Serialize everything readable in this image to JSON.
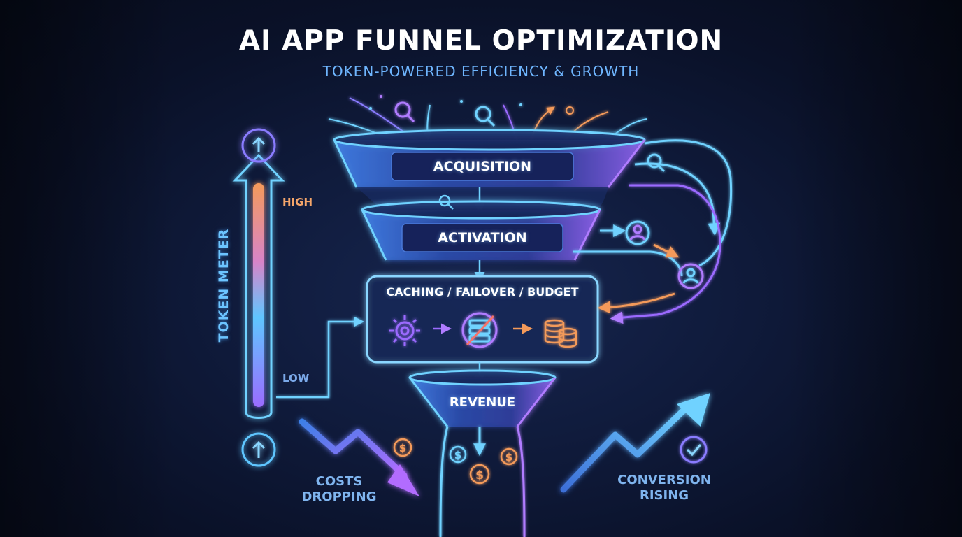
{
  "header": {
    "title": "AI APP FUNNEL OPTIMIZATION",
    "subtitle": "TOKEN-POWERED EFFICIENCY & GROWTH"
  },
  "funnel": {
    "stages": [
      {
        "id": "acquisition",
        "label": "ACQUISITION"
      },
      {
        "id": "activation",
        "label": "ACTIVATION"
      },
      {
        "id": "optimization",
        "label": "CACHING / FAILOVER / BUDGET"
      },
      {
        "id": "revenue",
        "label": "REVENUE"
      }
    ],
    "optimization_icons": [
      "gear-icon",
      "server-off-icon",
      "coin-stack-icon"
    ]
  },
  "token_meter": {
    "label": "TOKEN METER",
    "high_label": "HIGH",
    "low_label": "LOW"
  },
  "trends": {
    "costs_line1": "COSTS",
    "costs_line2": "DROPPING",
    "conversion_line1": "CONVERSION",
    "conversion_line2": "RISING"
  },
  "colors": {
    "background": "#0f1a3a",
    "cyan": "#4fc8ff",
    "purple": "#9b6bff",
    "orange": "#f4a56a",
    "blue_text": "#6fb6ff"
  }
}
